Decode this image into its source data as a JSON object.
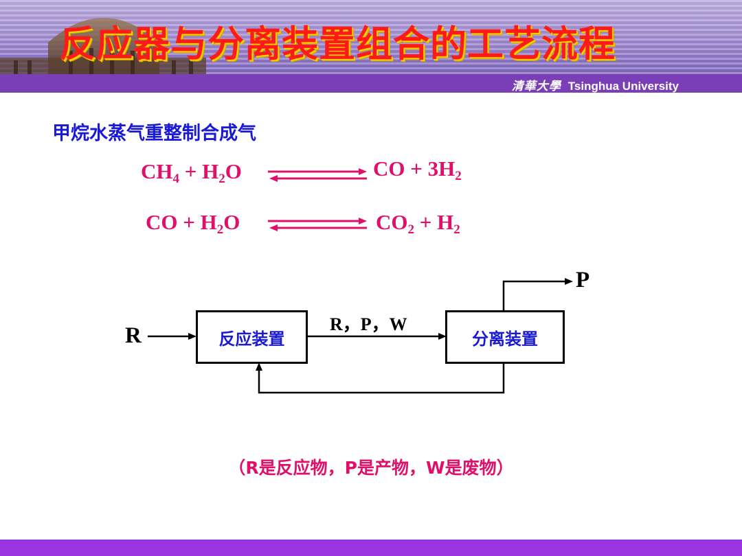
{
  "slide_title": "反应器与分离装置组合的工艺流程",
  "university": {
    "seal_text": "清華大學",
    "name": "Tsinghua University"
  },
  "section_heading": "甲烷水蒸气重整制合成气",
  "equations": [
    {
      "left": [
        {
          "t": "CH"
        },
        {
          "s": "4"
        },
        {
          "t": " + H"
        },
        {
          "s": "2"
        },
        {
          "t": "O"
        }
      ],
      "right": [
        {
          "t": "CO + 3H"
        },
        {
          "s": "2"
        }
      ]
    },
    {
      "left": [
        {
          "t": "CO + H"
        },
        {
          "s": "2"
        },
        {
          "t": "O"
        }
      ],
      "right": [
        {
          "t": "CO"
        },
        {
          "s": "2"
        },
        {
          "t": " + H"
        },
        {
          "s": "2"
        }
      ]
    }
  ],
  "diagram": {
    "input_label": "R",
    "reactor_label": "反应装置",
    "stream_label": "R，P，W",
    "separator_label": "分离装置",
    "product_label": "P"
  },
  "note": "（R是反应物，P是产物，W是废物）",
  "colors": {
    "title": "#ff1a1a",
    "title_shadow": "#f5d200",
    "heading": "#1a1ad6",
    "equation": "#e0106a",
    "footer": "#9b33e0",
    "header_bar": "#7a3fb6"
  }
}
